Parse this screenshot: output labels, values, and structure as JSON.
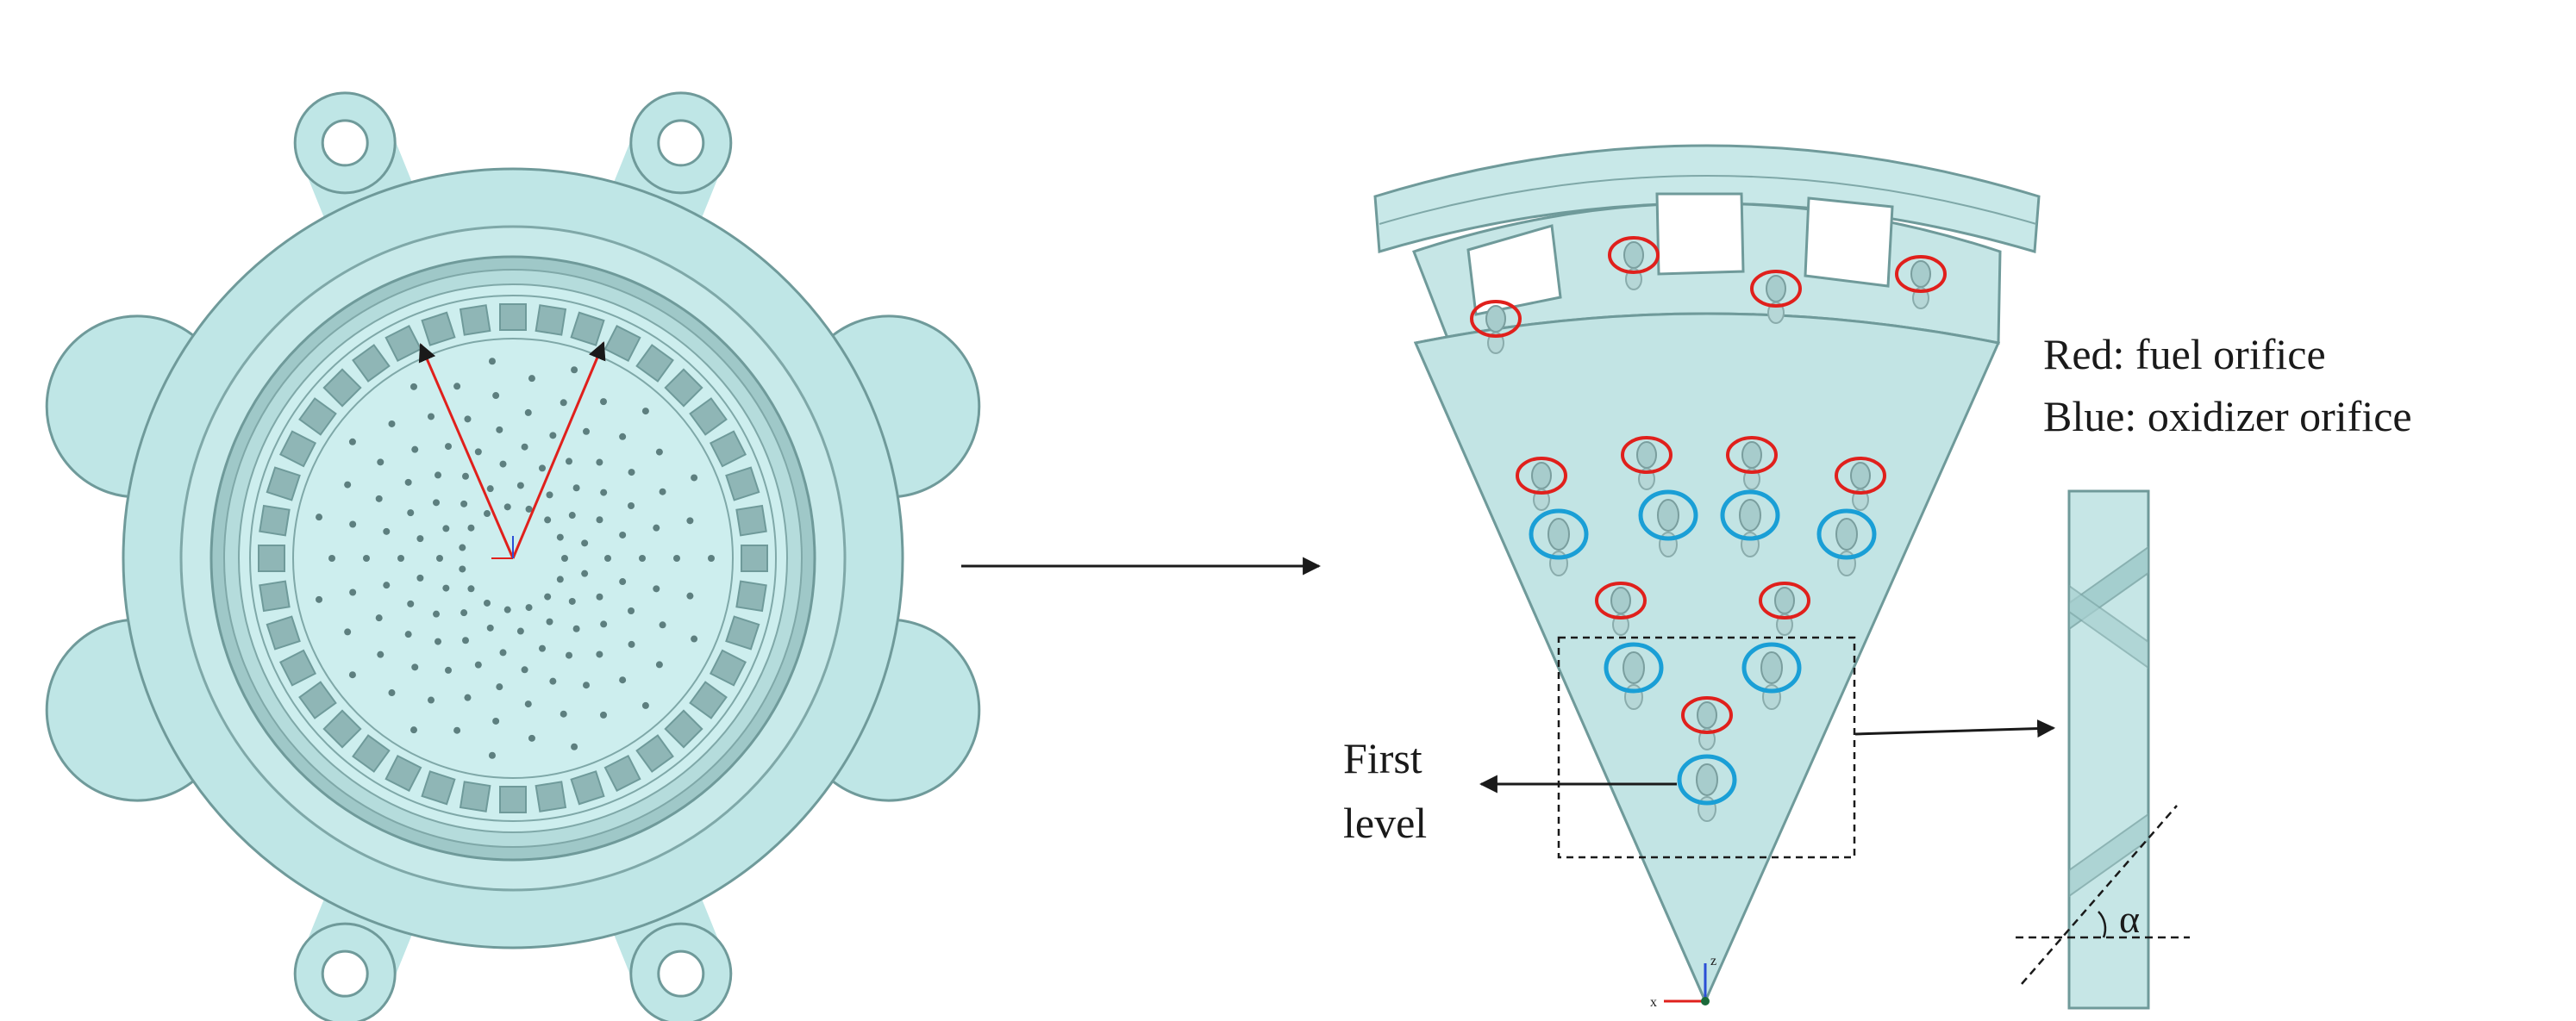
{
  "legend": {
    "red_line": "Red: fuel orifice",
    "blue_line": "Blue: oxidizer orifice"
  },
  "labels": {
    "first_level_line1": "First",
    "first_level_line2": "level",
    "angle_symbol": "α",
    "axis_x": "x",
    "axis_z": "z"
  },
  "colors": {
    "body_fill": "#bfe6e6",
    "body_fill_light": "#d4eeee",
    "body_stroke": "#6f9a9a",
    "dark_ring": "#8fb6b6",
    "fuel_orifice": "#e0201c",
    "oxidizer_orifice": "#1a9fd6",
    "arrow": "#1a1a1a",
    "axis_red": "#e0201c",
    "axis_blue": "#2b4fd6"
  },
  "icons": {
    "injector_plate": "injector-plate-full-view",
    "sector_plate": "injector-sector-view",
    "section_strip": "orifice-section-view"
  }
}
